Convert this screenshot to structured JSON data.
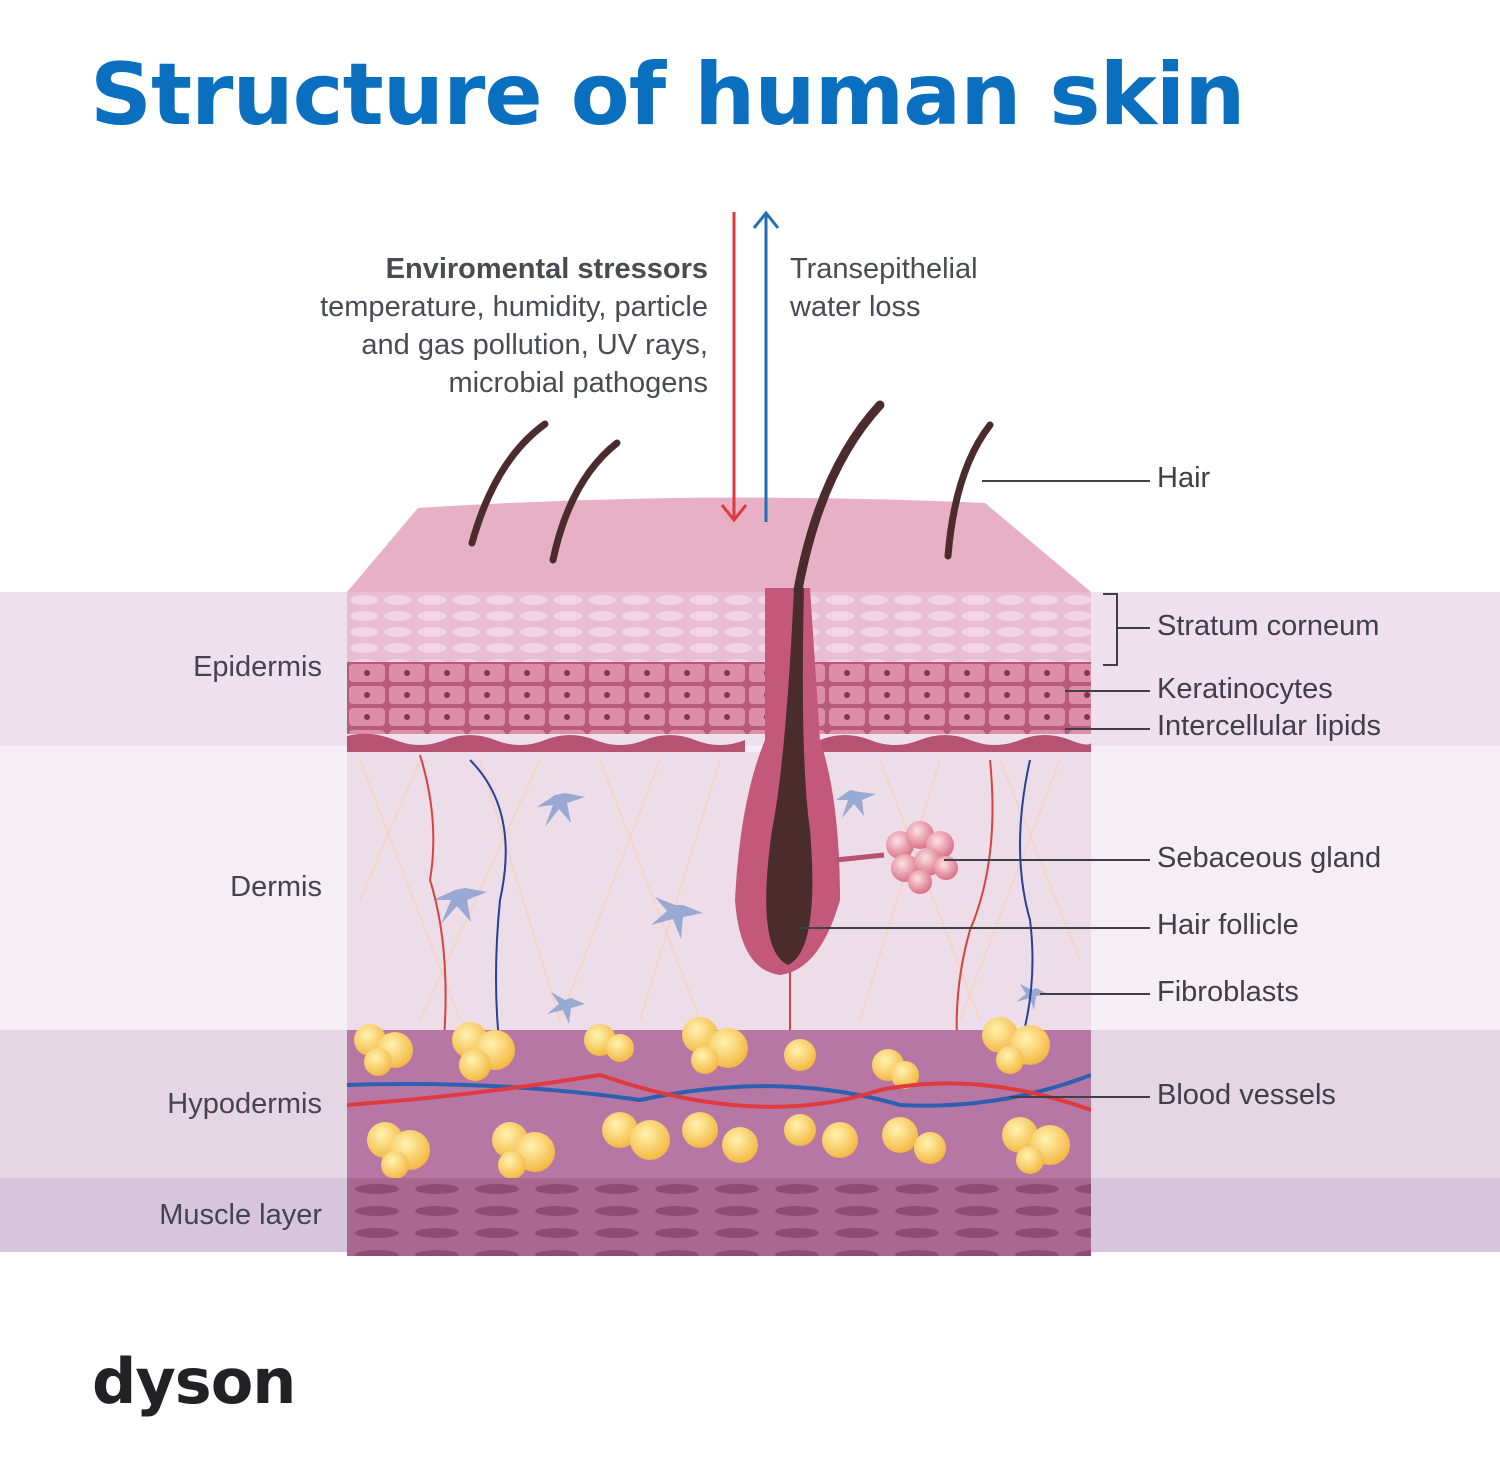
{
  "title": "Structure of human skin",
  "environment": {
    "heading": "Enviromental stressors",
    "lines": [
      "temperature, humidity, particle",
      "and gas pollution, UV rays,",
      "microbial pathogens"
    ]
  },
  "water_loss": {
    "lines": [
      "Transepithelial",
      "water loss"
    ]
  },
  "layers": {
    "epidermis": "Epidermis",
    "dermis": "Dermis",
    "hypodermis": "Hypodermis",
    "muscle": "Muscle layer"
  },
  "callouts": {
    "hair": "Hair",
    "stratum_corneum": "Stratum corneum",
    "keratinocytes": "Keratinocytes",
    "intercellular_lipids": "Intercellular lipids",
    "sebaceous_gland": "Sebaceous gland",
    "hair_follicle": "Hair follicle",
    "fibroblasts": "Fibroblasts",
    "blood_vessels": "Blood vessels"
  },
  "brand": "dyson",
  "colors": {
    "title": "#0a6fbf",
    "arrow_in": "#e0393e",
    "arrow_out": "#1f6fb8",
    "epidermis_band": "#efe0ee",
    "dermis_band": "#f5eef4",
    "hypodermis_band": "#e4d6e3",
    "muscle_band": "#d7c4dd"
  }
}
